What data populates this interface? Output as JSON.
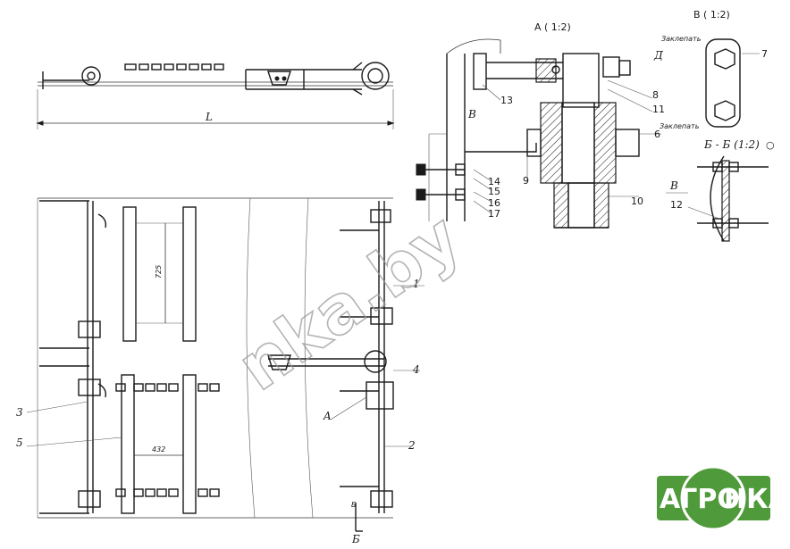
{
  "views": {
    "view_a_title": "A ( 1:2)",
    "view_v_title": "B ( 1:2)",
    "section_title": "Б - Б (1:2)",
    "section_symbol": "○"
  },
  "annotations": {
    "weld_top": "Заклепать",
    "weld_bottom": "Заклепать",
    "view_d": "Д",
    "view_v_marker": "В",
    "detail_b_small": "Б",
    "detail_v_small": "В",
    "length": "L",
    "dim_vertical": "725",
    "dim_horizontal": "432",
    "callout_a": "A",
    "callout_b_bottom": "Б",
    "callout_b_small": "Б"
  },
  "positions": {
    "p1": "1",
    "p2": "2",
    "p3": "3",
    "p4": "4",
    "p5": "5",
    "p6": "6",
    "p7": "7",
    "p8": "8",
    "p9": "9",
    "p10": "10",
    "p11": "11",
    "p12": "12",
    "p13": "13",
    "p14": "14",
    "p15": "15",
    "p16": "16",
    "p17": "17"
  },
  "watermark": "nka.by",
  "logo": {
    "left": "АГРО",
    "right": "НКА",
    "brand_color": "#4f9a3a",
    "ring_color": "#ffffff"
  }
}
